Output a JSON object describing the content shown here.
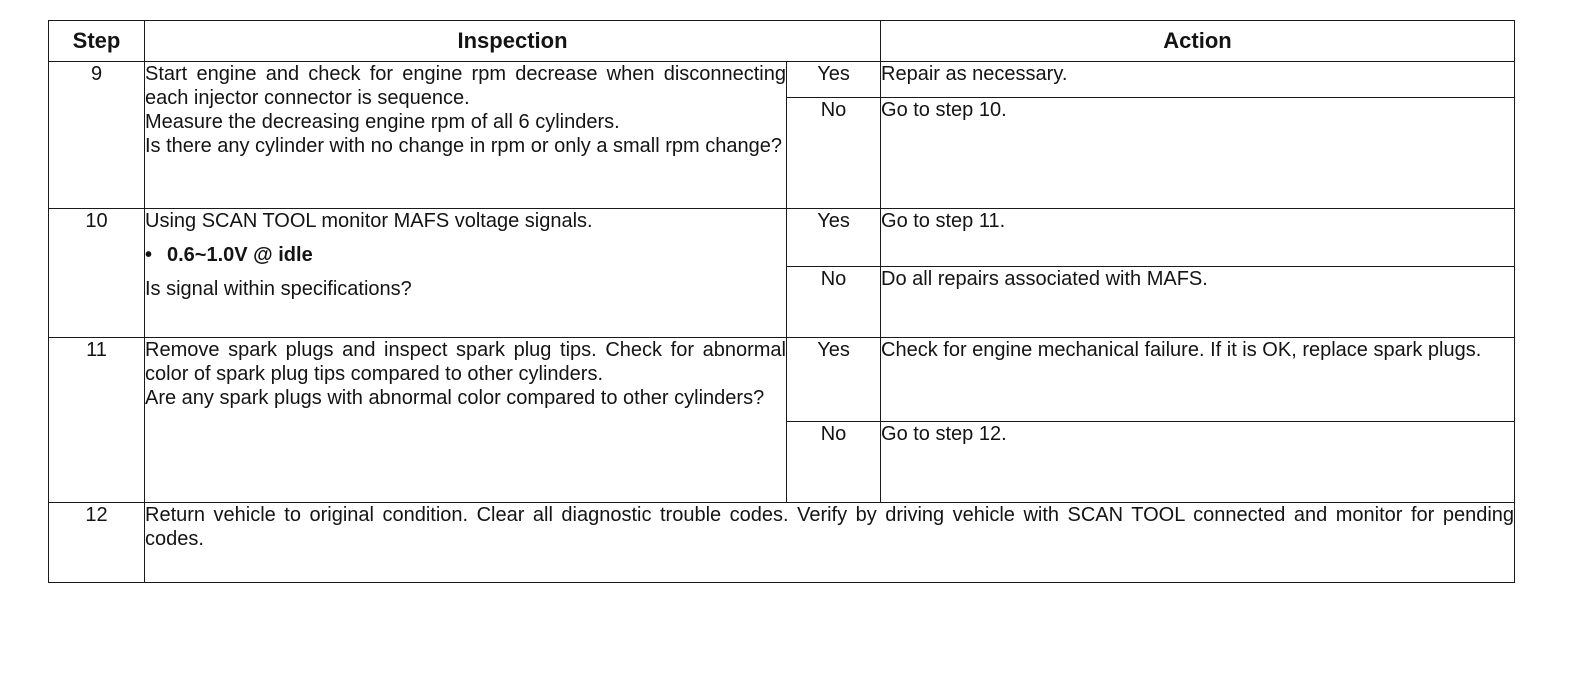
{
  "table": {
    "headers": {
      "step": "Step",
      "inspection": "Inspection",
      "action": "Action"
    },
    "rows": [
      {
        "step": "9",
        "inspection": [
          "Start engine and check for engine rpm decrease when disconnecting each injector connector is sequence.",
          "Measure the decreasing engine rpm of all 6 cylinders.",
          "Is there any cylinder with no change in rpm or only a small rpm change?"
        ],
        "yes_label": "Yes",
        "yes_action": "Repair as necessary.",
        "no_label": "No",
        "no_action": "Go to step 10."
      },
      {
        "step": "10",
        "inspection": [
          "Using SCAN TOOL monitor MAFS voltage signals.",
          "0.6~1.0V @ idle",
          "Is signal within specifications?"
        ],
        "spec_bullet": "•",
        "yes_label": "Yes",
        "yes_action": "Go to step 11.",
        "no_label": "No",
        "no_action": "Do all repairs associated with MAFS."
      },
      {
        "step": "11",
        "inspection": [
          "Remove spark plugs and inspect spark plug tips. Check for abnormal color of spark plug tips compared to other cylinders.",
          "Are any spark plugs with abnormal color compared to other cylinders?"
        ],
        "yes_label": "Yes",
        "yes_action": "Check for engine mechanical failure. If it is OK, replace spark plugs.",
        "no_label": "No",
        "no_action": "Go to step 12."
      },
      {
        "step": "12",
        "full_text": "Return vehicle to original condition. Clear all diagnostic trouble codes. Verify by driving vehicle with SCAN TOOL connected and monitor for pending codes."
      }
    ]
  }
}
